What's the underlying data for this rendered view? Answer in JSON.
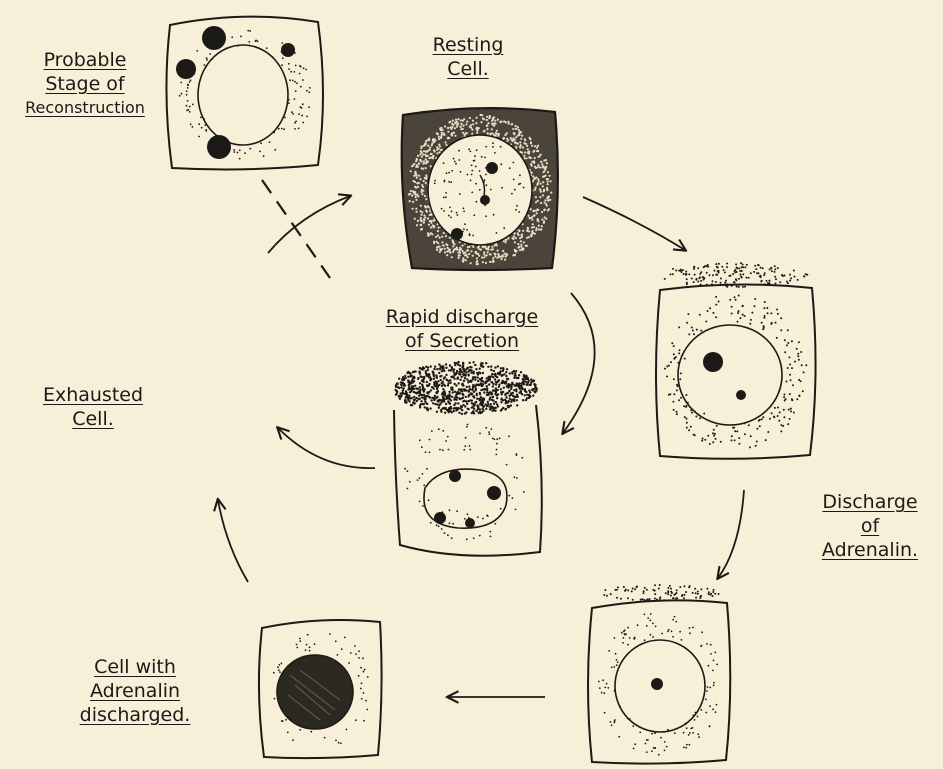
{
  "palette": {
    "paper": "#f8efd9",
    "ink": "#1c1a16"
  },
  "labels": {
    "reconstruction": [
      "Probable",
      "Stage of",
      "Reconstruction"
    ],
    "resting": [
      "Resting",
      "Cell."
    ],
    "rapid_discharge": [
      "Rapid discharge",
      "of Secretion"
    ],
    "exhausted": [
      "Exhausted",
      "Cell."
    ],
    "discharge_adrenalin": [
      "Discharge",
      "of",
      "Adrenalin."
    ],
    "cell_discharged": [
      "Cell with",
      "Adrenalin",
      "discharged."
    ]
  }
}
